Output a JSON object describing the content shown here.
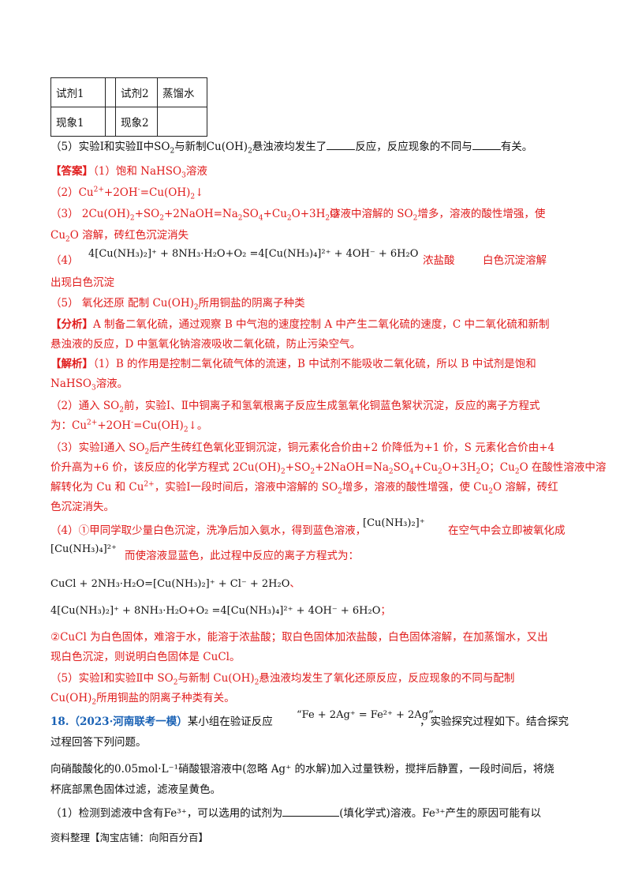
{
  "table": {
    "r1c1": "试剂1",
    "r1c2": "",
    "r1c3": "试剂2",
    "r1c4": "蒸馏水",
    "r2c1": "现象1",
    "r2c2": "",
    "r2c3": "现象2",
    "r2c4": ""
  },
  "q5": {
    "a": "（5）实验Ⅰ和实验Ⅱ中",
    "b": "与新制",
    "c": "悬浊液均发生了",
    "d": "反应，反应现象的不同与",
    "e": "有关。"
  },
  "ans": {
    "tag": "【答案】",
    "l1": "（1）饱和 NaHSO",
    "l1b": "溶液",
    "l2": "（2）Cu",
    "l2b": "+2OH",
    "l2c": "=Cu(OH)",
    "l2d": "↓",
    "l3": "（3）  2Cu(OH)",
    "l3b": "+SO",
    "l3c": "+2NaOH=Na",
    "l3d": "SO",
    "l3e": "+Cu",
    "l3f": "O+3H",
    "l3g": "O",
    "l3h": "溶液中溶解的 SO",
    "l3i": "增多，溶液的酸性增强，使",
    "l3j": "Cu",
    "l3k": "O 溶解，砖红色沉淀消失",
    "l4": "（4）",
    "l4eq": "4[Cu(NH₃)₂]⁺ + 8NH₃·H₂O+O₂ =4[Cu(NH₃)₄]²⁺ + 4OH⁻ + 6H₂O",
    "l4b": "浓盐酸",
    "l4c": "白色沉淀溶解",
    "l4d": "出现白色沉淀",
    "l5": "（5）   氧化还原        配制 Cu(OH)",
    "l5b": "所用铜盐的阴离子种类"
  },
  "analysis": {
    "tag": "【分析】",
    "t1": "A 制备二氧化硫，通过观察 B 中气泡的速度控制 A 中产生二氧化硫的速度，C 中二氧化硫和新制",
    "t2": "悬浊液的反应，D 中氢氧化钠溶液吸收二氧化硫，防止污染空气。"
  },
  "explain": {
    "tag": "【解析】",
    "p1a": "（1）B 的作用是控制二氧化硫气体的流速，B 中试剂不能吸收二氧化硫，所以 B 中试剂是饱和",
    "p1b": "NaHSO",
    "p1c": "溶液。",
    "p2a": "（2）通入 SO",
    "p2b": "前，实验Ⅰ、Ⅱ中铜离子和氢氧根离子反应生成氢氧化铜蓝色絮状沉淀，反应的离子方程式",
    "p2c": "为：Cu",
    "p2d": "+2OH",
    "p2e": "=Cu(OH)",
    "p2f": "↓。",
    "p3a": "（3）实验Ⅰ通入 SO",
    "p3b": "后产生砖红色氧化亚铜沉淀，铜元素化合价由+2 价降低为+1 价，S 元素化合价由+4",
    "p3c": "价升高为+6 价，该反应的化学方程式 2Cu(OH)",
    "p3d": "+SO",
    "p3e": "+2NaOH=Na",
    "p3f": "SO",
    "p3g": "+Cu",
    "p3h": "O+3H",
    "p3i": "O；Cu",
    "p3j": "O 在酸性溶液中溶",
    "p3k": "解转化为 Cu 和 Cu",
    "p3l": "，实验Ⅰ一段时间后，溶液中溶解的 SO",
    "p3m": "增多，溶液的酸性增强，使 Cu",
    "p3n": "O 溶解，砖红",
    "p3o": "色沉淀消失。",
    "p4a": "（4）①甲同学取少量白色沉淀，洗净后加入氨水，得到蓝色溶液，",
    "p4ion1": "[Cu(NH₃)₂]⁺",
    "p4b": "在空气中会立即被氧化成",
    "p4ion2": "[Cu(NH₃)₄]²⁺",
    "p4c": "而使溶液显蓝色，此过程中反应的离子方程式为：",
    "eq1": "CuCl + 2NH₃·H₂O=[Cu(NH₃)₂]⁺ + Cl⁻ + 2H₂O",
    "eq1end": "、",
    "eq2": "4[Cu(NH₃)₂]⁺ + 8NH₃·H₂O+O₂ =4[Cu(NH₃)₄]²⁺ + 4OH⁻ + 6H₂O",
    "eq2end": "；",
    "p4d": "②CuCl 为白色固体，难溶于水，能溶于浓盐酸；取白色固体加浓盐酸，白色固体溶解，在加蒸馏水，又出",
    "p4e": "现白色沉淀，则说明白色固体是 CuCl。",
    "p5a": "（5）实验Ⅰ和实验Ⅱ中 SO",
    "p5b": "与新制 Cu(OH)",
    "p5c": "悬浊液均发生了氧化还原反应，反应现象的不同与配制",
    "p5d": "Cu(OH)",
    "p5e": "所用铜盐的阴离子种类有关。"
  },
  "q18": {
    "num": "18.",
    "src": "（2023·河南联考一模）",
    "a": "某小组在验证反应",
    "eq": "“Fe + 2Ag⁺ = Fe²⁺ + 2Ag”",
    "b": "，实验探究过程如下。结合探究",
    "c": "过程回答下列问题。",
    "d1": "向硝酸酸化的",
    "conc": "0.05mol·L⁻¹",
    "d2": "硝酸银溶液中(忽略",
    "ag": "Ag⁺",
    "d3": "的水解)加入过量铁粉，搅拌后静置，一段时间后，将烧",
    "e": "杯底部黑色固体过滤，滤液呈黄色。",
    "f1": "（1）检测到滤液中含有",
    "fe3a": "Fe³⁺",
    "f2": "，可以选用的试剂为",
    "f3": "(填化学式)溶液。",
    "fe3b": "Fe³⁺",
    "f4": "产生的原因可能有以"
  },
  "footer": "资料整理【淘宝店铺：向阳百分百】"
}
